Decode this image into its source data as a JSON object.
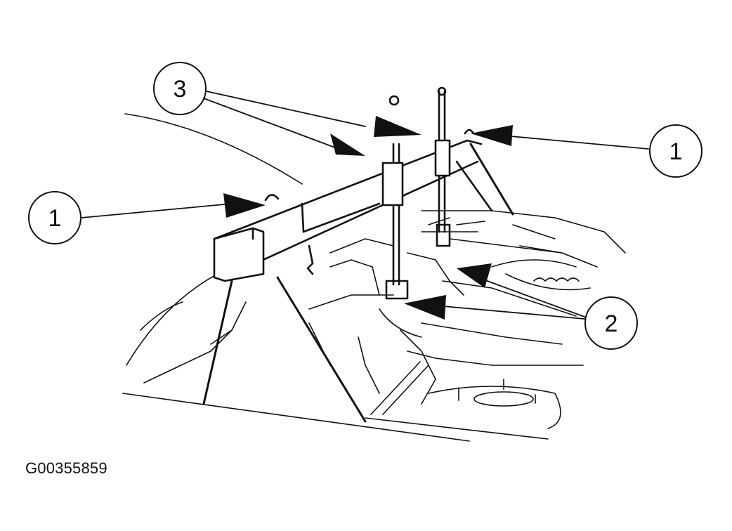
{
  "figure_id": "G00355859",
  "callouts": {
    "c1_left": "1",
    "c1_right": "1",
    "c2": "2",
    "c3": "3"
  },
  "colors": {
    "ink": "#111111",
    "background": "#ffffff"
  }
}
